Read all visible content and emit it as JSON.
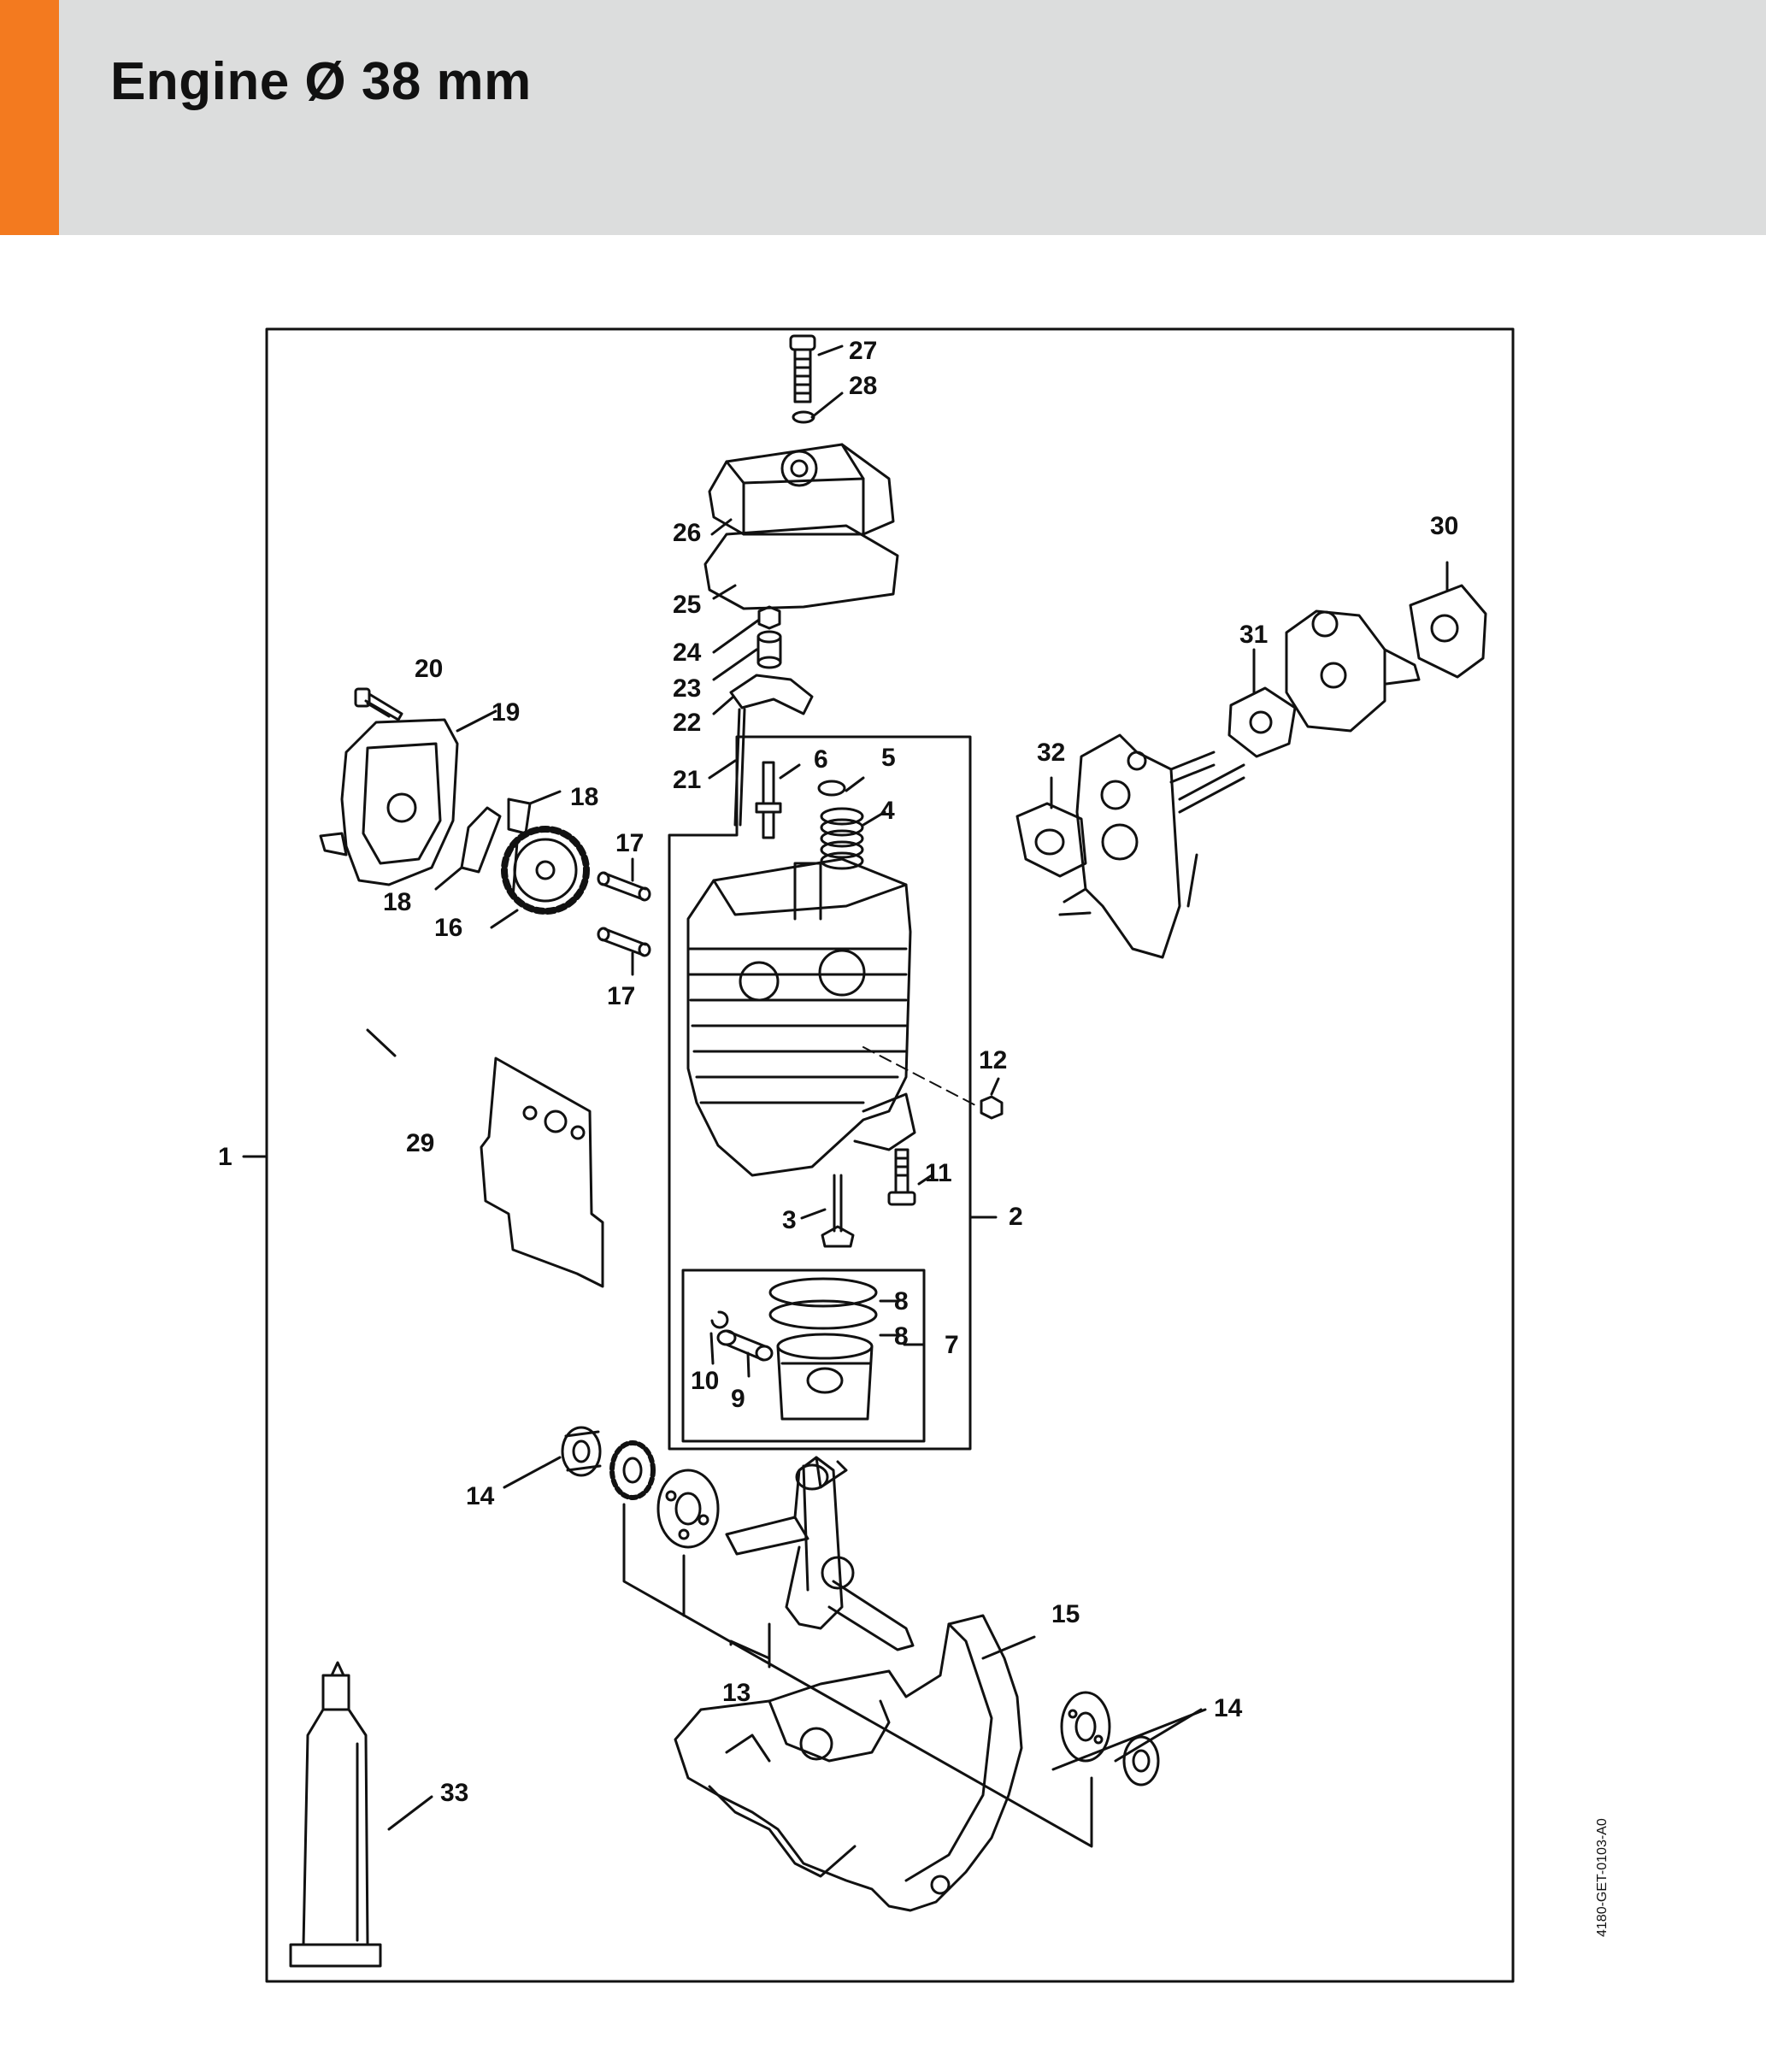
{
  "header": {
    "title": "Engine Ø 38 mm",
    "accent_color": "#f37a1f",
    "band_color": "#dcdddd"
  },
  "drawing_code": "4180-GET-0103-A0",
  "callouts": [
    "1",
    "2",
    "3",
    "4",
    "5",
    "6",
    "7",
    "8",
    "8",
    "9",
    "10",
    "11",
    "12",
    "13",
    "14",
    "14",
    "15",
    "16",
    "17",
    "17",
    "18",
    "18",
    "19",
    "20",
    "21",
    "22",
    "23",
    "24",
    "25",
    "26",
    "27",
    "28",
    "29",
    "30",
    "31",
    "32",
    "33"
  ]
}
